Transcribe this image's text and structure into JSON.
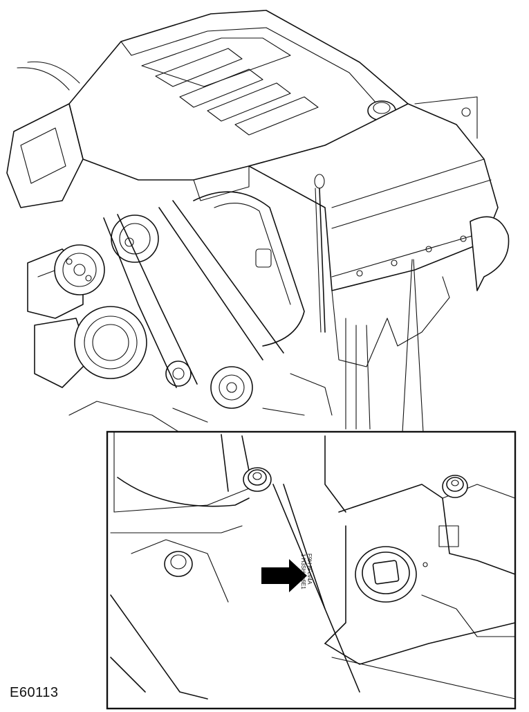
{
  "figure": {
    "id": "E60113",
    "stamp_lines": [
      "F9H 8Fcv4A",
      "1 H3SH 6r6E1"
    ],
    "colors": {
      "line": "#111111",
      "background": "#ffffff",
      "arrow": "#000000"
    }
  }
}
